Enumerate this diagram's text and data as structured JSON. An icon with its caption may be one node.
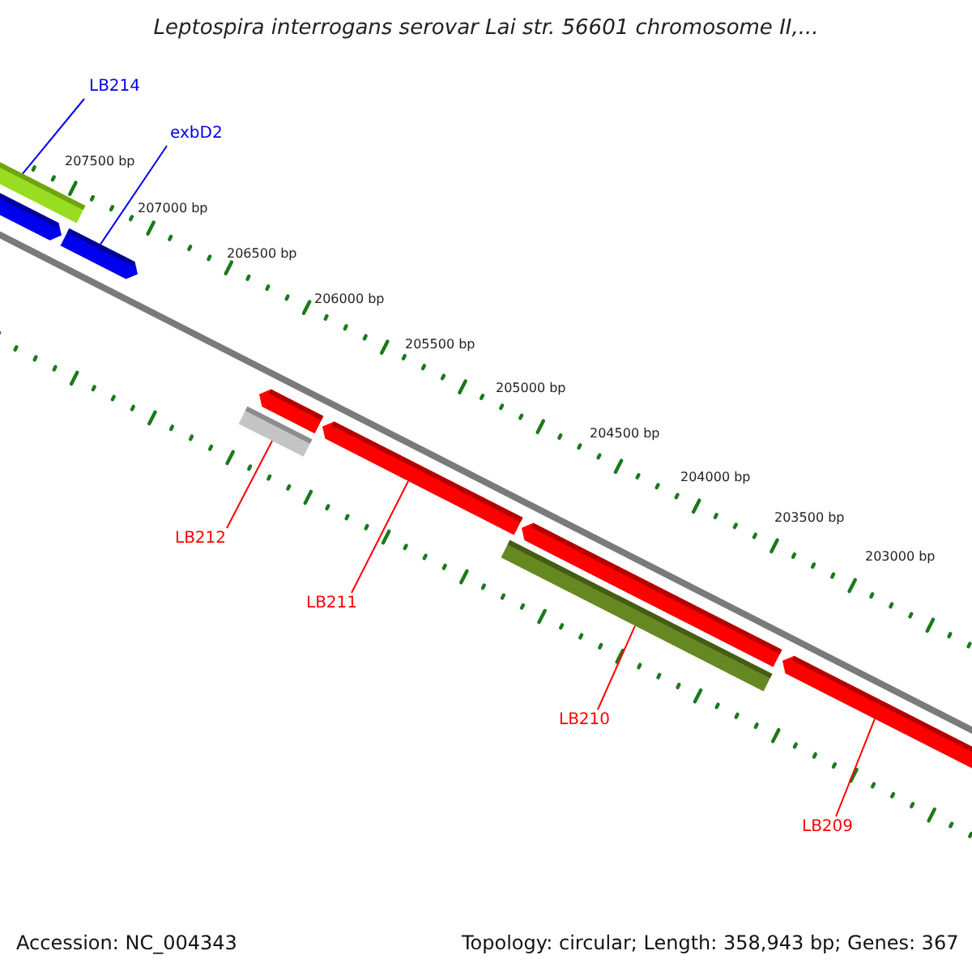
{
  "diagram": {
    "title": "Leptospira interrogans serovar Lai str. 56601 chromosome II,...",
    "nodes": [
      {
        "text": [
          "LB214"
        ]
      },
      {
        "text": [
          "exbD2"
        ]
      },
      {
        "text": [
          "LB212"
        ]
      },
      {
        "text": [
          "LB211"
        ]
      },
      {
        "text": [
          "LB210"
        ]
      },
      {
        "text": [
          "LB209"
        ]
      },
      {
        "text": [],
        "shape": "bar"
      },
      {
        "text": [],
        "shape": "bar"
      },
      {
        "text": [],
        "shape": "bar"
      },
      {
        "text": [],
        "shape": "bar"
      },
      {
        "text": [],
        "shape": "bar"
      },
      {
        "text": [],
        "shape": "bar"
      },
      {
        "text": [],
        "shape": "bar"
      },
      {
        "text": [],
        "shape": "bar"
      },
      {
        "text": [],
        "shape": "bar"
      }
    ],
    "edges": [
      {
        "from": 0,
        "to": 6,
        "arrow": "none",
        "color": "#0000ee"
      },
      {
        "from": 1,
        "to": 8,
        "arrow": "none",
        "color": "#0000ee"
      },
      {
        "from": 2,
        "to": 10,
        "arrow": "none"
      },
      {
        "from": 3,
        "to": 11,
        "arrow": "none"
      },
      {
        "from": 4,
        "to": 12,
        "arrow": "none"
      },
      {
        "from": 5,
        "to": 14,
        "arrow": "none"
      }
    ],
    "labels": [
      "207500 bp",
      "207000 bp",
      "206500 bp",
      "206000 bp",
      "205500 bp",
      "205000 bp",
      "204500 bp",
      "204000 bp",
      "203500 bp",
      "203000 bp",
      "Accession: NC_004343",
      "Topology: circular; Length: 358,943 bp; Genes: 367"
    ]
  }
}
